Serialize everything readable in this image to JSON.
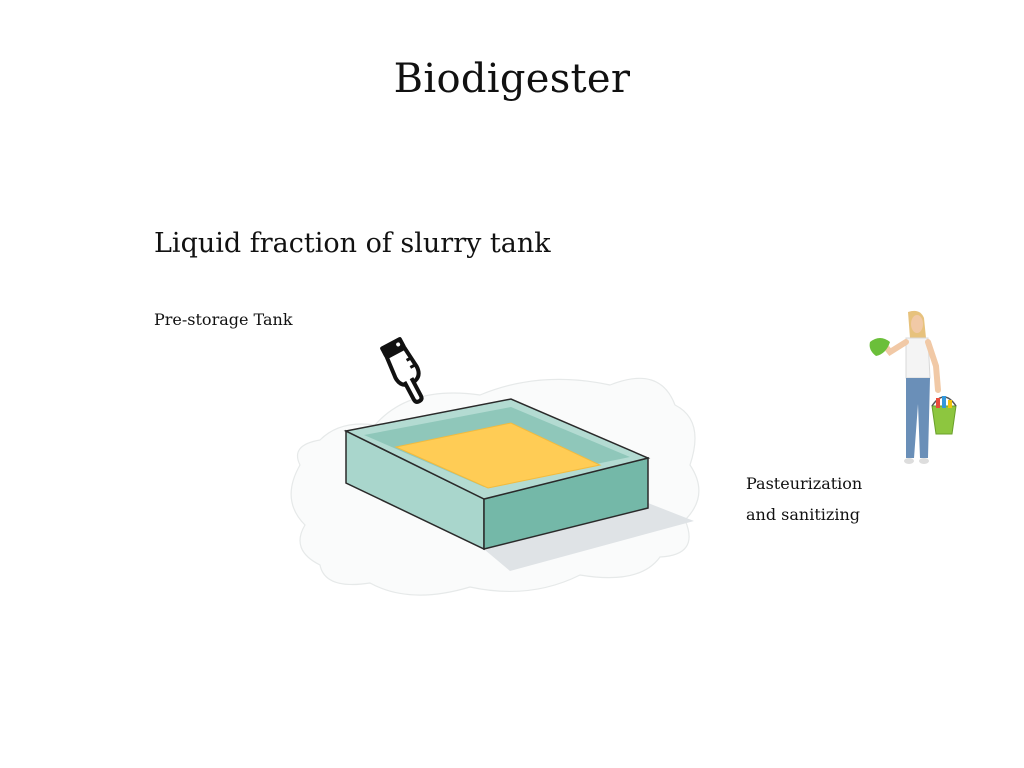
{
  "slide": {
    "title": "Biodigester",
    "subtitle": "Liquid fraction of slurry tank",
    "tank_label": "Pre-storage Tank",
    "side_label_line1": "Pasteurization",
    "side_label_line2": "and sanitizing"
  },
  "icons": {
    "pointer": "pointing-hand-icon",
    "person": "person-with-cleaning-bucket-illustration"
  },
  "colors": {
    "tank_wall": "#7bbcac",
    "tank_top": "#b3dbd2",
    "tank_liquid": "#ffcc55",
    "bucket": "#8dc63f"
  }
}
